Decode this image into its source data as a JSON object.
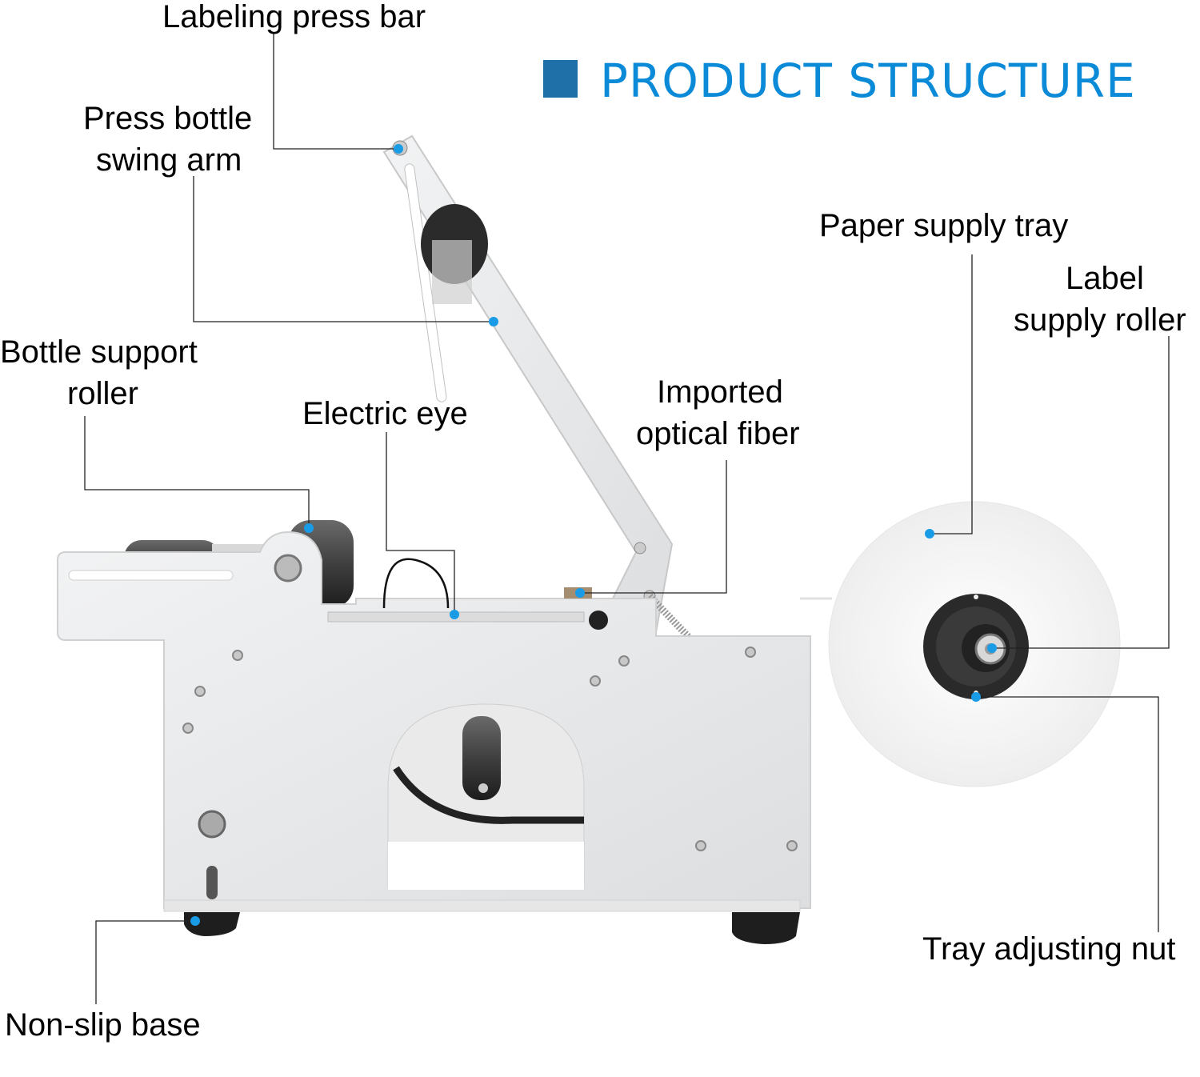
{
  "header": {
    "title": "PRODUCT STRUCTURE",
    "accent_color": "#1f6fa8",
    "title_color": "#0b8ad8"
  },
  "callouts": {
    "labeling_press_bar": "Labeling press bar",
    "press_bottle_swing_arm_1": "Press bottle",
    "press_bottle_swing_arm_2": "swing arm",
    "bottle_support_roller_1": "Bottle support",
    "bottle_support_roller_2": "roller",
    "electric_eye": "Electric eye",
    "imported_optical_fiber_1": "Imported",
    "imported_optical_fiber_2": "optical fiber",
    "paper_supply_tray": "Paper supply tray",
    "label_supply_roller_1": "Label",
    "label_supply_roller_2": "supply roller",
    "tray_adjusting_nut": "Tray adjusting nut",
    "non_slip_base": "Non-slip base"
  },
  "marker_color": "#1a9be6"
}
